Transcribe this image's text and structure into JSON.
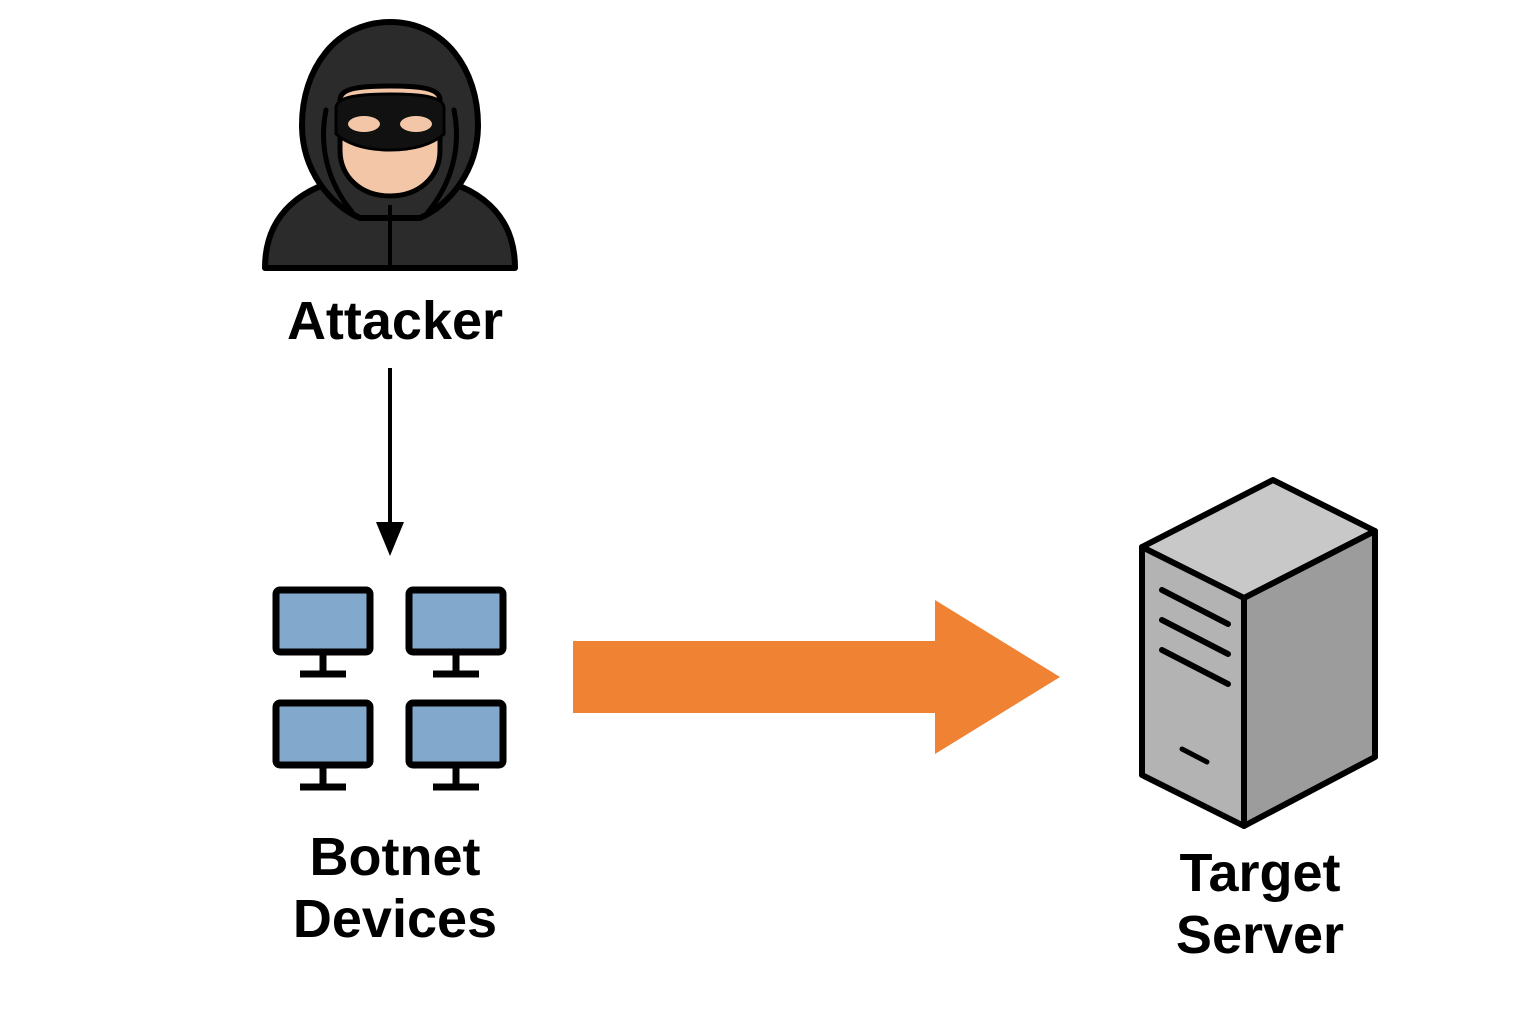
{
  "nodes": {
    "attacker": {
      "label": "Attacker",
      "icon": "hooded-hacker-icon"
    },
    "botnet": {
      "label_line1": "Botnet",
      "label_line2": "Devices",
      "icon": "computer-monitors-icon",
      "device_count": 4
    },
    "target": {
      "label_line1": "Target",
      "label_line2": "Server",
      "icon": "server-tower-icon"
    }
  },
  "edges": [
    {
      "from": "attacker",
      "to": "botnet",
      "style": "thin-black-arrow"
    },
    {
      "from": "botnet",
      "to": "target",
      "style": "thick-orange-arrow"
    }
  ],
  "colors": {
    "background": "#ffffff",
    "outline": "#000000",
    "hood": "#2b2b2b",
    "skin": "#f4c6a8",
    "monitor_screen": "#82a8cc",
    "flood_arrow": "#f08234",
    "server_front": "#b3b3b3",
    "server_side": "#9c9c9c",
    "server_top": "#c8c8c8"
  }
}
